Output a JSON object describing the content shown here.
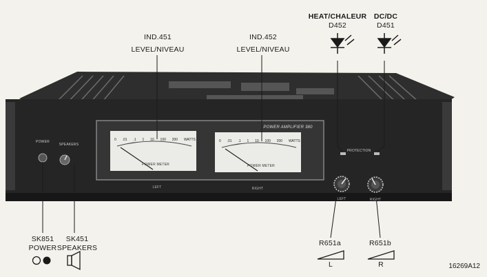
{
  "callouts": {
    "ind451": {
      "ref": "IND.451",
      "name": "LEVEL/NIVEAU"
    },
    "ind452": {
      "ref": "IND.452",
      "name": "LEVEL/NIVEAU"
    },
    "d452": {
      "title": "HEAT/CHALEUR",
      "ref": "D452"
    },
    "d451": {
      "title": "DC/DC",
      "ref": "D451"
    },
    "sk851": {
      "ref": "SK851",
      "name": "POWER"
    },
    "sk451": {
      "ref": "SK451",
      "name": "SPEAKERS"
    },
    "r651a": {
      "ref": "R651a",
      "channel": "L"
    },
    "r651b": {
      "ref": "R651b",
      "channel": "R"
    }
  },
  "panel": {
    "brand": "POWER AMPLIFIER 380",
    "power_label": "POWER",
    "speakers_label": "SPEAKERS",
    "protection_label": "PROTECTION",
    "meter_left_caption": "POWER METER",
    "meter_right_caption": "POWER METER",
    "left_label": "LEFT",
    "right_label": "RIGHT",
    "meter_scale": [
      "0",
      ".01",
      ".1",
      "1",
      "10",
      "100",
      "200"
    ],
    "meter_unit": "WATTS"
  },
  "figure_id": "16269A12"
}
